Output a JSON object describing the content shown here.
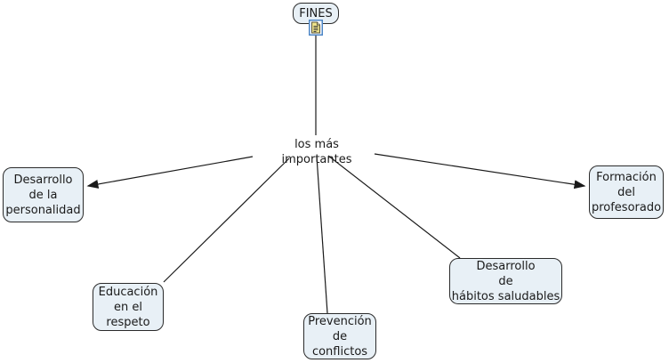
{
  "diagram": {
    "type": "concept-map",
    "nodes": {
      "fines": {
        "label": "FINES"
      },
      "central": {
        "label": "los más importantes"
      },
      "personalidad": {
        "label": "Desarrollo\nde la\npersonalidad"
      },
      "educacion": {
        "label": "Educación\nen el\nrespeto"
      },
      "prevencion": {
        "label": "Prevención\nde\nconflictos"
      },
      "habitos": {
        "label": "Desarrollo\nde\nhábitos saludables"
      },
      "formacion": {
        "label": "Formación\ndel\nprofesorado"
      }
    },
    "edges": [
      {
        "from": "fines",
        "to": "central",
        "arrow": false
      },
      {
        "from": "central",
        "to": "personalidad",
        "arrow": true
      },
      {
        "from": "central",
        "to": "educacion",
        "arrow": false
      },
      {
        "from": "central",
        "to": "prevencion",
        "arrow": false
      },
      {
        "from": "central",
        "to": "habitos",
        "arrow": false
      },
      {
        "from": "central",
        "to": "formacion",
        "arrow": true
      }
    ],
    "icons": [
      {
        "name": "document-resource-icon",
        "attached_to": "fines"
      }
    ],
    "colors": {
      "background": "#ffffff",
      "node_fill": "#e8f0f6",
      "node_border": "#2b2b2b",
      "line": "#1a1a1a",
      "text": "#1a1a1a",
      "icon_border": "#4d86c6",
      "icon_box_fill": "#fdfeff",
      "icon_doc_fill": "#ede189",
      "icon_doc_stroke": "#55523a"
    }
  }
}
